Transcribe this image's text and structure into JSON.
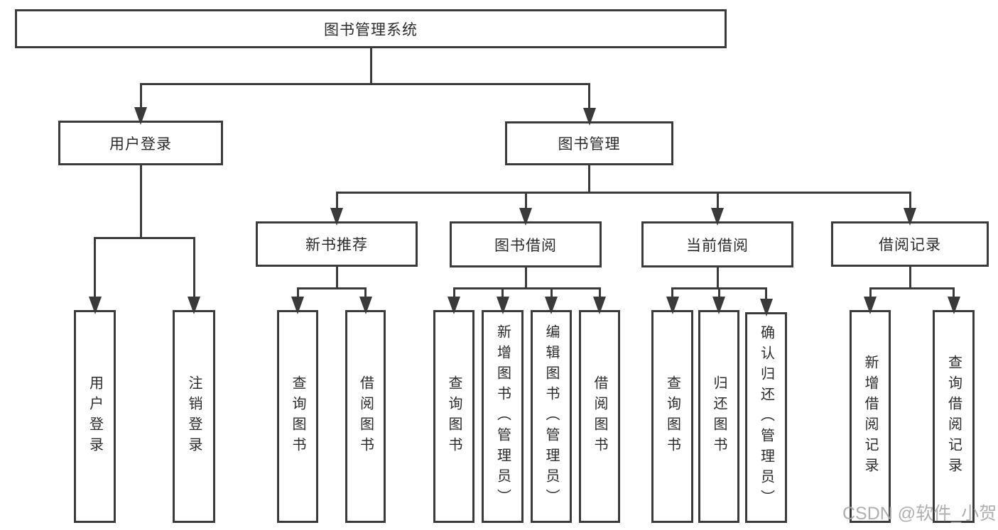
{
  "diagram": {
    "title": "图书管理系统",
    "line_color": "#3a3a3a",
    "text_color": "#2b2b2b",
    "background": "#ffffff",
    "nodes": [
      {
        "id": "root",
        "label": "图书管理系统",
        "parent": null
      },
      {
        "id": "user-login",
        "label": "用户登录",
        "parent": "root"
      },
      {
        "id": "book-mgmt",
        "label": "图书管理",
        "parent": "root"
      },
      {
        "id": "user-login-leaf",
        "label": "用户登录",
        "parent": "user-login"
      },
      {
        "id": "logout-leaf",
        "label": "注销登录",
        "parent": "user-login"
      },
      {
        "id": "new-book-rec",
        "label": "新书推荐",
        "parent": "book-mgmt"
      },
      {
        "id": "book-borrow",
        "label": "图书借阅",
        "parent": "book-mgmt"
      },
      {
        "id": "current-borrow",
        "label": "当前借阅",
        "parent": "book-mgmt"
      },
      {
        "id": "borrow-record",
        "label": "借阅记录",
        "parent": "book-mgmt"
      },
      {
        "id": "query-book-new",
        "label": "查询图书",
        "parent": "new-book-rec"
      },
      {
        "id": "borrow-book-new",
        "label": "借阅图书",
        "parent": "new-book-rec"
      },
      {
        "id": "query-book-borrow",
        "label": "查询图书",
        "parent": "book-borrow"
      },
      {
        "id": "add-book-admin",
        "label": "新增图书（管理员）",
        "parent": "book-borrow"
      },
      {
        "id": "edit-book-admin",
        "label": "编辑图书（管理员）",
        "parent": "book-borrow"
      },
      {
        "id": "borrow-book",
        "label": "借阅图书",
        "parent": "book-borrow"
      },
      {
        "id": "query-book-current",
        "label": "查询图书",
        "parent": "current-borrow"
      },
      {
        "id": "return-book",
        "label": "归还图书",
        "parent": "current-borrow"
      },
      {
        "id": "confirm-return-admin",
        "label": "确认归还（管理员）",
        "parent": "current-borrow"
      },
      {
        "id": "add-borrow-record",
        "label": "新增借阅记录",
        "parent": "borrow-record"
      },
      {
        "id": "query-borrow-record",
        "label": "查询借阅记录",
        "parent": "borrow-record"
      }
    ]
  },
  "watermark": {
    "text": "CSDN @软件_小贺同学",
    "color": "#a8a8a8"
  }
}
